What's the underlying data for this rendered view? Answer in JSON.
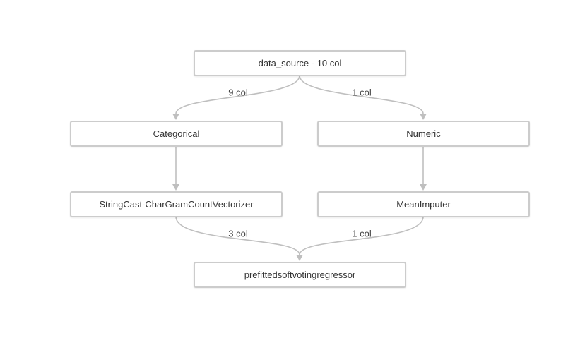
{
  "nodes": {
    "source": "data_source - 10 col",
    "categorical": "Categorical",
    "numeric": "Numeric",
    "vectorizer": "StringCast-CharGramCountVectorizer",
    "imputer": "MeanImputer",
    "regressor": "prefittedsoftvotingregressor"
  },
  "edges": {
    "source_to_categorical": "9 col",
    "source_to_numeric": "1 col",
    "vectorizer_to_regressor": "3 col",
    "imputer_to_regressor": "1 col"
  },
  "colors": {
    "edge": "#bfbfbf",
    "node_border": "#cccccc"
  }
}
